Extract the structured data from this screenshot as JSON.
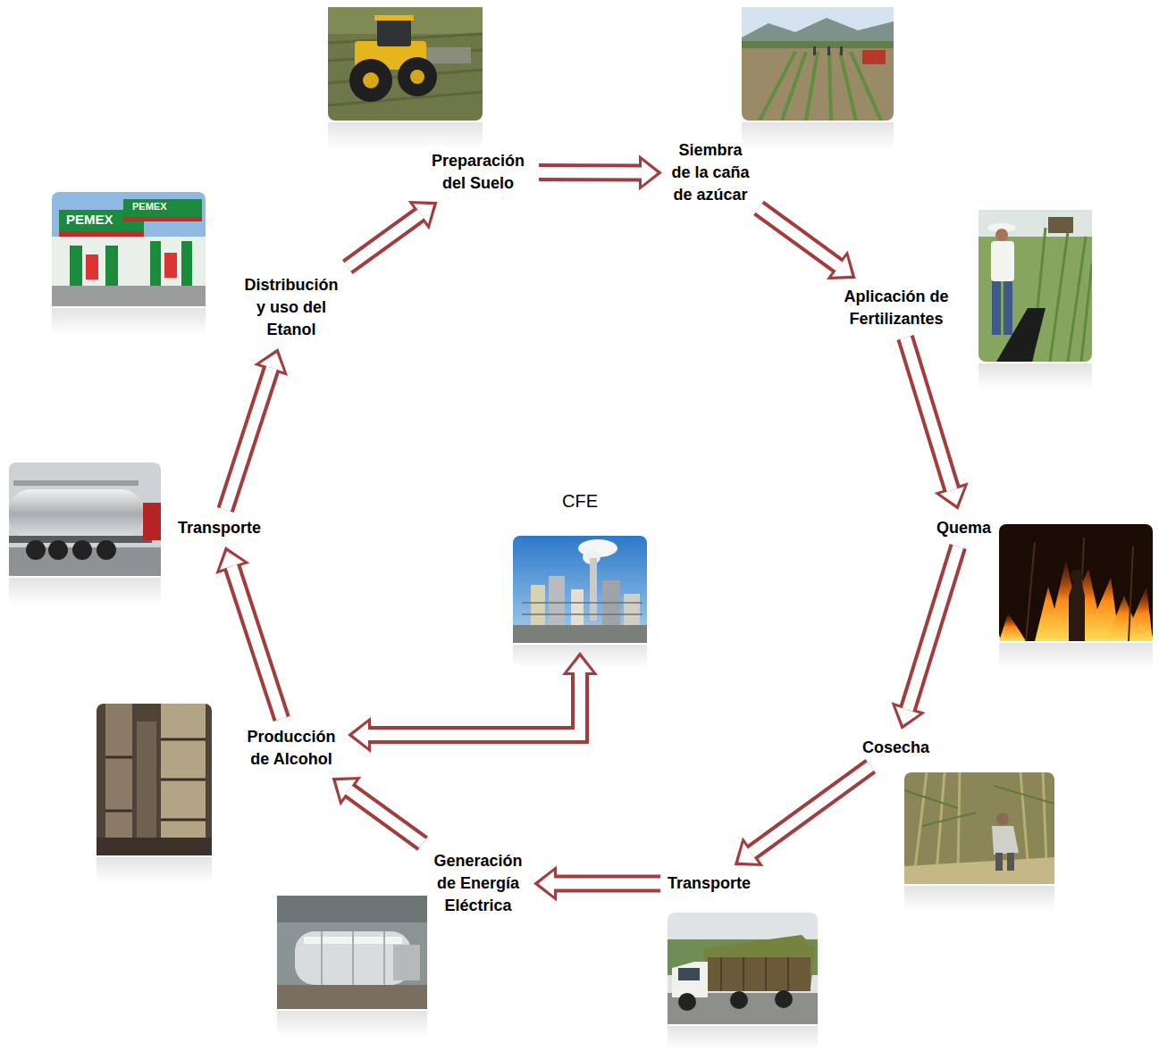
{
  "diagram": {
    "nodes": [
      {
        "text": [
          "Preparación del Suelo"
        ]
      },
      {
        "text": [
          "Siembra de la caña de azúcar"
        ]
      },
      {
        "text": [
          "Aplicación de Fertilizantes"
        ]
      },
      {
        "text": [
          "Quema"
        ]
      },
      {
        "text": [
          "Cosecha"
        ]
      },
      {
        "text": [
          "Transporte"
        ]
      },
      {
        "text": [
          "Generación de Energía Eléctrica"
        ]
      },
      {
        "text": [
          "Producción de Alcohol"
        ]
      },
      {
        "text": [
          "Transporte"
        ]
      },
      {
        "text": [
          "Distribución y uso del Etanol"
        ]
      },
      {
        "text": [
          "CFE"
        ]
      }
    ],
    "edges": [
      {
        "from": 0,
        "to": 1,
        "arrow": "to"
      },
      {
        "from": 1,
        "to": 2,
        "arrow": "to"
      },
      {
        "from": 2,
        "to": 3,
        "arrow": "to"
      },
      {
        "from": 3,
        "to": 4,
        "arrow": "to"
      },
      {
        "from": 4,
        "to": 5,
        "arrow": "to"
      },
      {
        "from": 5,
        "to": 6,
        "arrow": "to"
      },
      {
        "from": 6,
        "to": 7,
        "arrow": "to"
      },
      {
        "from": 7,
        "to": 8,
        "arrow": "to"
      },
      {
        "from": 8,
        "to": 9,
        "arrow": "to"
      },
      {
        "from": 9,
        "to": 0,
        "arrow": "to"
      },
      {
        "from": 7,
        "to": 10,
        "arrow": "both"
      }
    ],
    "labels": [
      "PEMEX",
      "PEMEX"
    ]
  }
}
